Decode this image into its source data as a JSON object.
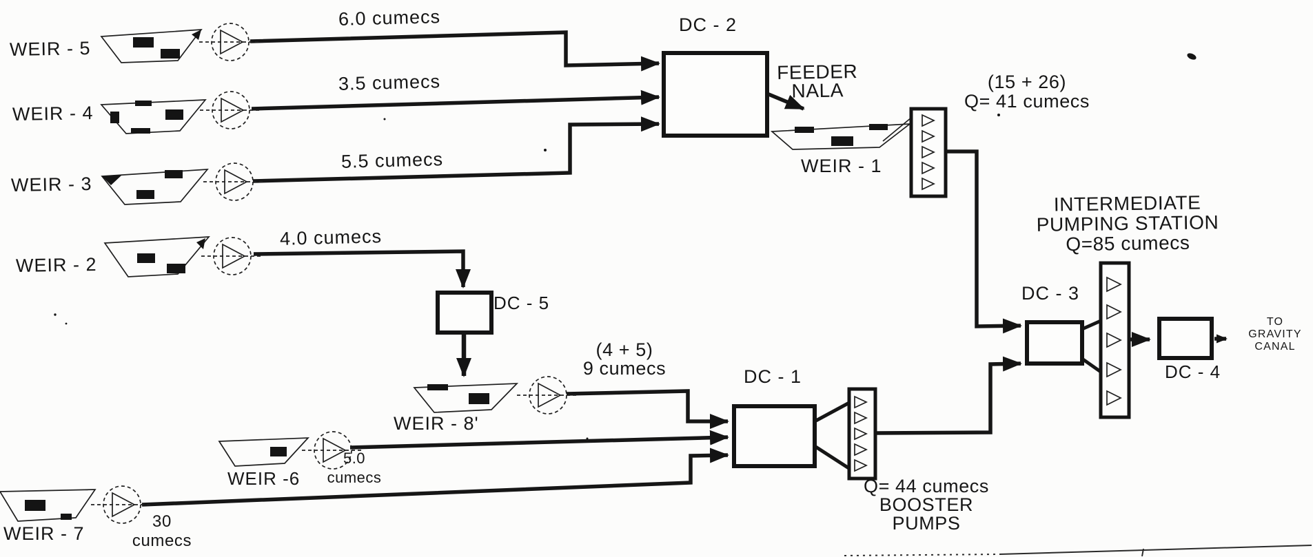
{
  "diagram": {
    "weirs": {
      "weir5": "WEIR - 5",
      "weir4": "WEIR - 4",
      "weir3": "WEIR - 3",
      "weir2": "WEIR - 2",
      "weir1": "WEIR - 1",
      "weir8": "WEIR - 8'",
      "weir6": "WEIR -6",
      "weir7": "WEIR - 7"
    },
    "chambers": {
      "dc1": "DC - 1",
      "dc2": "DC - 2",
      "dc3": "DC - 3",
      "dc4": "DC - 4",
      "dc5": "DC - 5"
    },
    "flows": {
      "weir5": "6.0 cumecs",
      "weir4": "3.5 cumecs",
      "weir3": "5.5 cumecs",
      "weir2": "4.0 cumecs",
      "weir8_sum": "(4 + 5)",
      "weir8": "9 cumecs",
      "weir6_value": "5.0",
      "weir6_unit": "cumecs",
      "weir7_value": "30",
      "weir7_unit": "cumecs"
    },
    "feeder_nala": {
      "line1": "FEEDER",
      "line2": "NALA"
    },
    "main_pumps": {
      "sum": "(15 + 26)",
      "q": "Q= 41 cumecs"
    },
    "intermediate_station": {
      "line1": "INTERMEDIATE",
      "line2": "PUMPING STATION",
      "q": "Q=85 cumecs"
    },
    "booster_pumps": {
      "q": "Q= 44 cumecs",
      "line1": "BOOSTER",
      "line2": "PUMPS"
    },
    "outfall": {
      "line1": "TO",
      "line2": "GRAVITY",
      "line3": "CANAL"
    },
    "colors": {
      "ink": "#161616",
      "paper": "#fcfcfb"
    }
  }
}
